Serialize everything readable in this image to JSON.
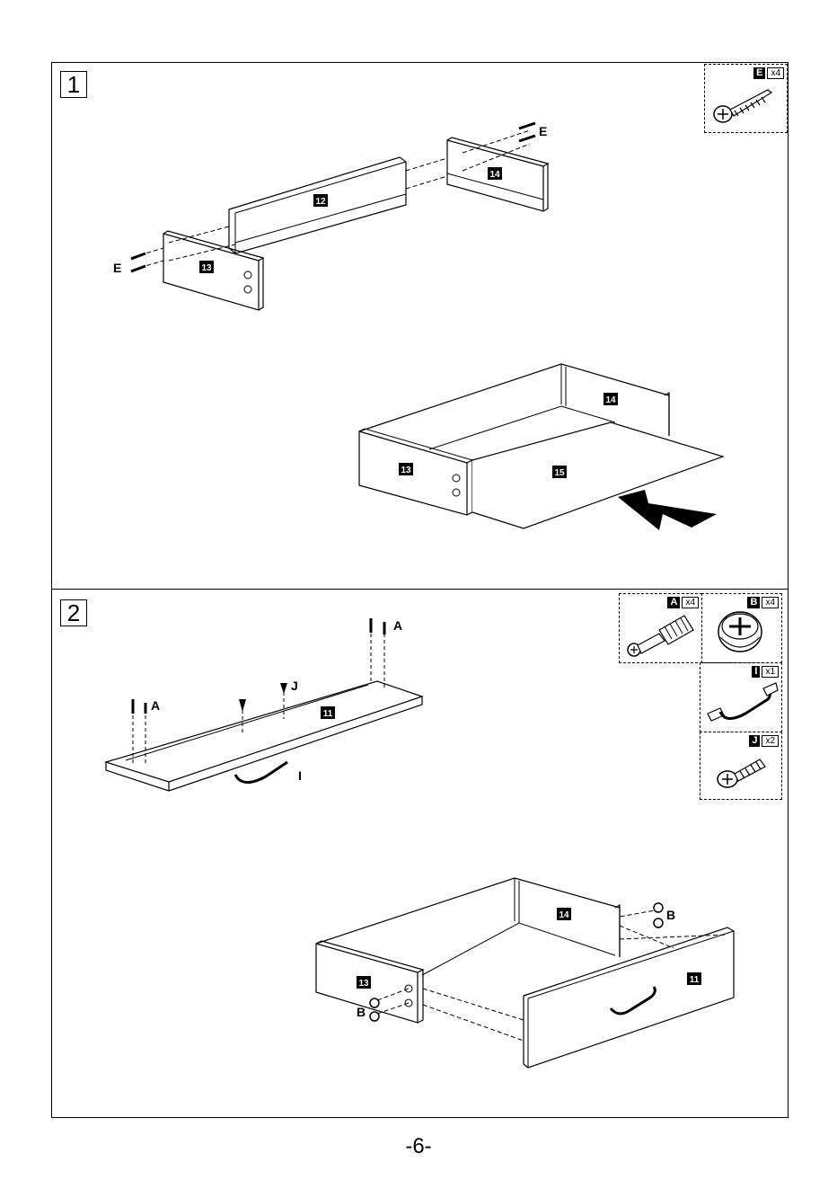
{
  "steps": [
    {
      "number": "1"
    },
    {
      "number": "2"
    }
  ],
  "hardware": {
    "E": {
      "letter": "E",
      "qty": "x4"
    },
    "A": {
      "letter": "A",
      "qty": "x4"
    },
    "B": {
      "letter": "B",
      "qty": "x4"
    },
    "I": {
      "letter": "I",
      "qty": "x1"
    },
    "J": {
      "letter": "J",
      "qty": "x2"
    }
  },
  "callouts": {
    "E": "E",
    "A": "A",
    "B": "B",
    "I": "I",
    "J": "J"
  },
  "parts": {
    "p11": "11",
    "p12": "12",
    "p13": "13",
    "p14": "14",
    "p15": "15"
  },
  "page_number": "-6-"
}
